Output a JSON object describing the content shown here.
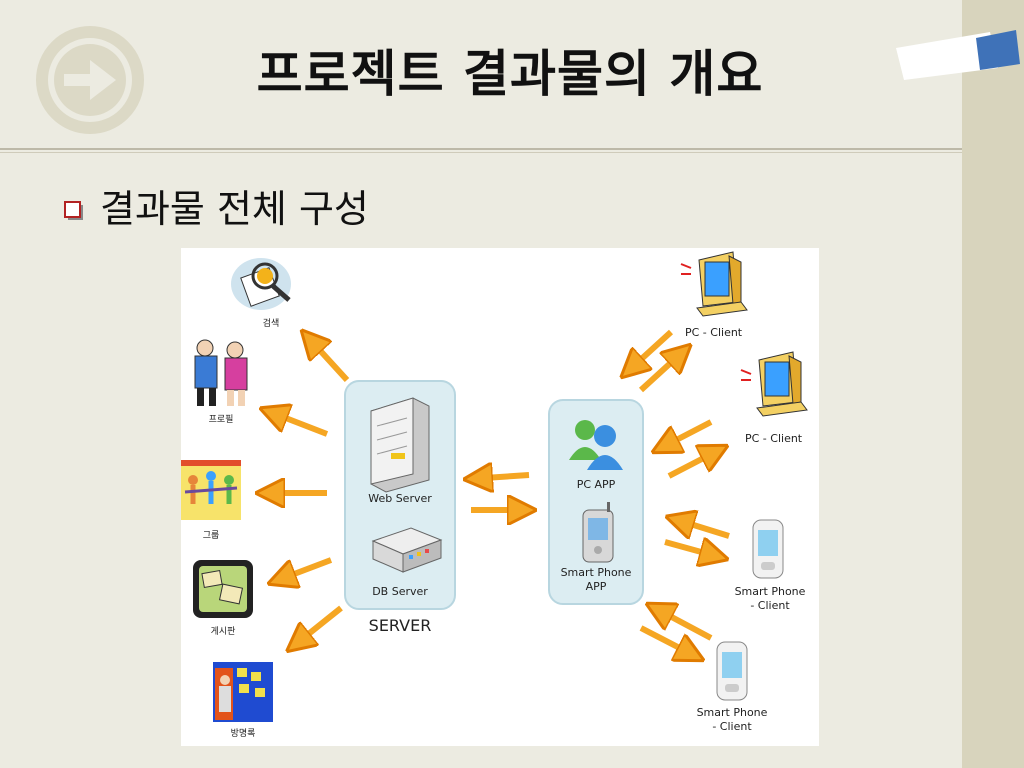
{
  "slide": {
    "title": "프로젝트 결과물의 개요",
    "bullet": "결과물 전체 구성"
  },
  "diagram": {
    "server_group": {
      "label": "SERVER",
      "web_server": "Web Server",
      "db_server": "DB Server"
    },
    "app_group": {
      "pc_app": "PC APP",
      "smartphone_app_line1": "Smart Phone",
      "smartphone_app_line2": "APP"
    },
    "features": [
      "검색",
      "프로필",
      "그룹",
      "게시판",
      "방명록"
    ],
    "clients": [
      {
        "line1": "PC - Client",
        "line2": ""
      },
      {
        "line1": "PC - Client",
        "line2": ""
      },
      {
        "line1": "Smart Phone",
        "line2": "- Client"
      },
      {
        "line1": "Smart Phone",
        "line2": "- Client"
      }
    ]
  },
  "colors": {
    "background": "#ecebe1",
    "side_band": "#d8d4bd",
    "group_box": "#dcedf2",
    "arrow": "#f5a623",
    "bullet": "#b22222"
  }
}
